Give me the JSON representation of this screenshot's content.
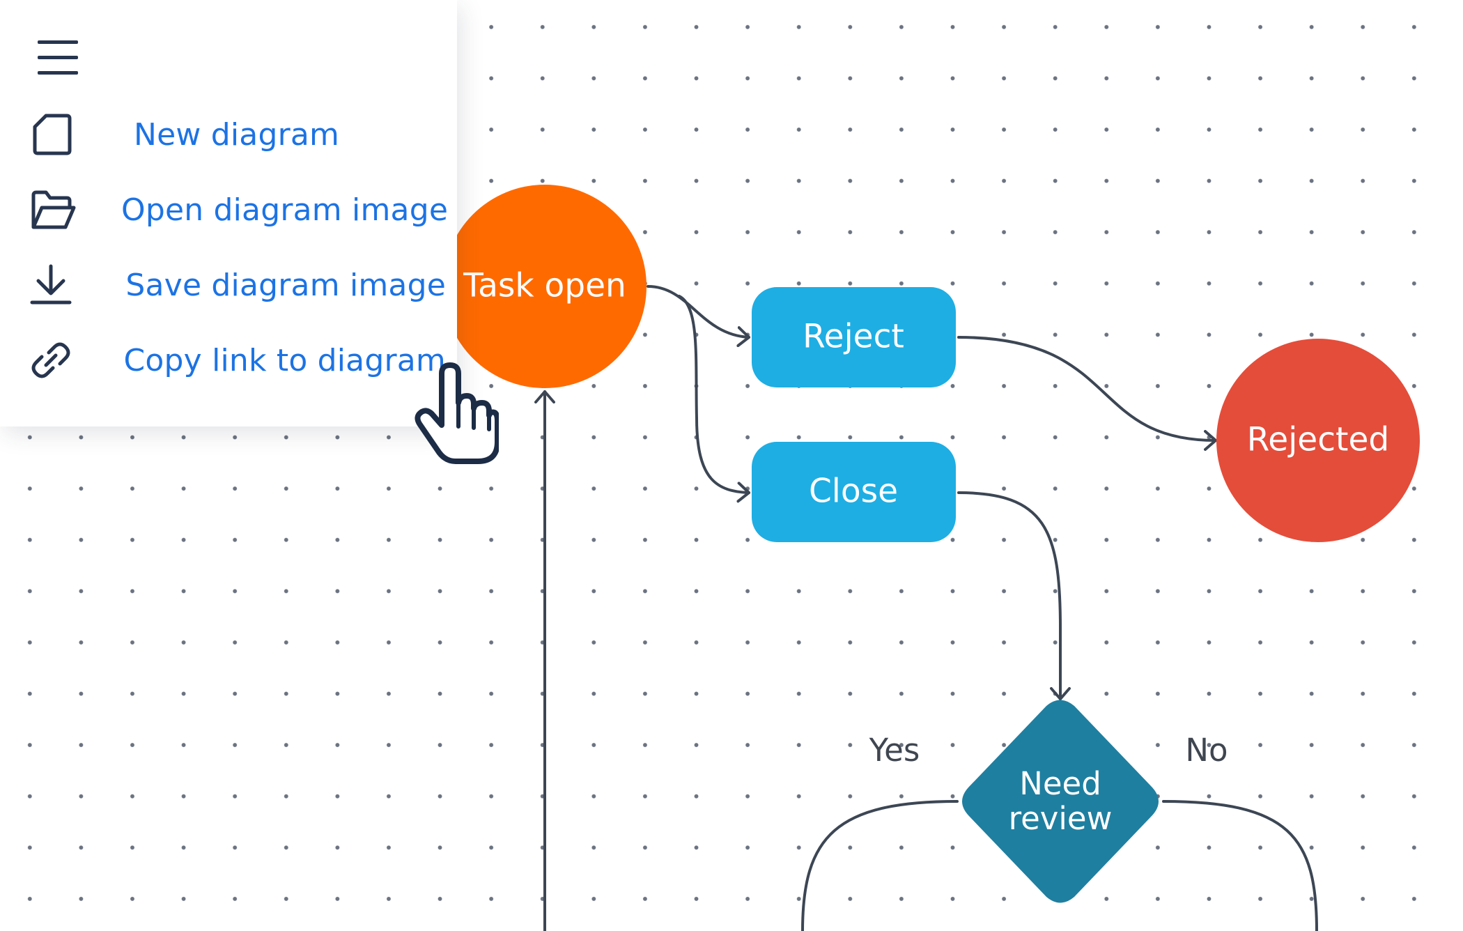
{
  "menu": {
    "items": [
      {
        "label": "New diagram",
        "icon": "new-document-icon"
      },
      {
        "label": "Open diagram image",
        "icon": "folder-open-icon"
      },
      {
        "label": "Save diagram image",
        "icon": "download-icon"
      },
      {
        "label": "Copy link to diagram",
        "icon": "link-icon"
      }
    ]
  },
  "diagram": {
    "nodes": {
      "task_open": {
        "label": "Task open",
        "shape": "circle",
        "color": "#ff6a00"
      },
      "reject": {
        "label": "Reject",
        "shape": "rounded-rect",
        "color": "#1eaee3"
      },
      "close": {
        "label": "Close",
        "shape": "rounded-rect",
        "color": "#1eaee3"
      },
      "rejected": {
        "label": "Rejected",
        "shape": "circle",
        "color": "#e44d3a"
      },
      "need_review": {
        "label_line1": "Need",
        "label_line2": "review",
        "shape": "diamond",
        "color": "#1f7fa0"
      }
    },
    "edge_labels": {
      "yes": "Yes",
      "no": "No"
    },
    "edge_color": "#3c4654"
  },
  "colors": {
    "menu_text": "#1c73e4",
    "menu_icon": "#27354f"
  }
}
